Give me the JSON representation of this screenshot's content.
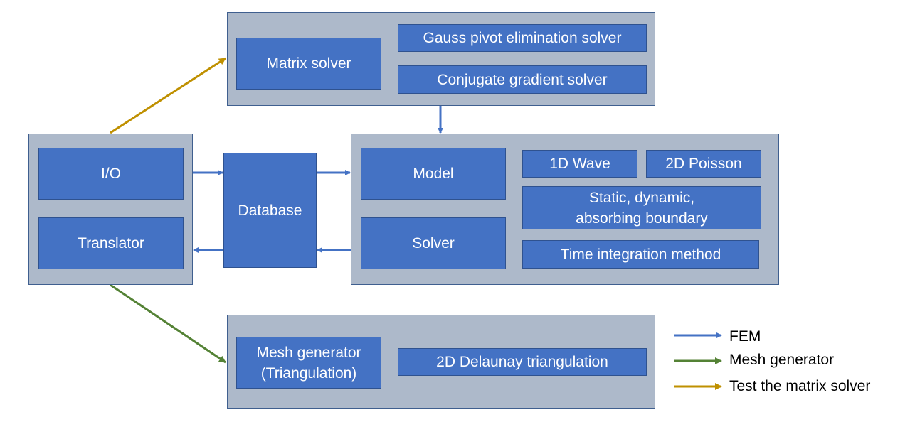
{
  "colors": {
    "fem": "#4472c4",
    "mesh": "#548235",
    "test": "#bf9000",
    "group_fill": "#adb9ca",
    "box_fill": "#4472c4"
  },
  "top_group": {
    "matrix_solver": "Matrix solver",
    "gauss": "Gauss pivot elimination solver",
    "cg": "Conjugate gradient solver"
  },
  "left_group": {
    "io": "I/O",
    "translator": "Translator"
  },
  "database": "Database",
  "fem_group": {
    "model": "Model",
    "solver": "Solver",
    "wave1d": "1D Wave",
    "poisson2d": "2D Poisson",
    "boundary": "Static, dynamic,\nabsorbing boundary",
    "time_integration": "Time integration method"
  },
  "mesh_group": {
    "mesh_generator": "Mesh generator\n(Triangulation)",
    "delaunay": "2D Delaunay triangulation"
  },
  "legend": {
    "fem": "FEM",
    "mesh": "Mesh generator",
    "test": "Test the matrix solver"
  }
}
